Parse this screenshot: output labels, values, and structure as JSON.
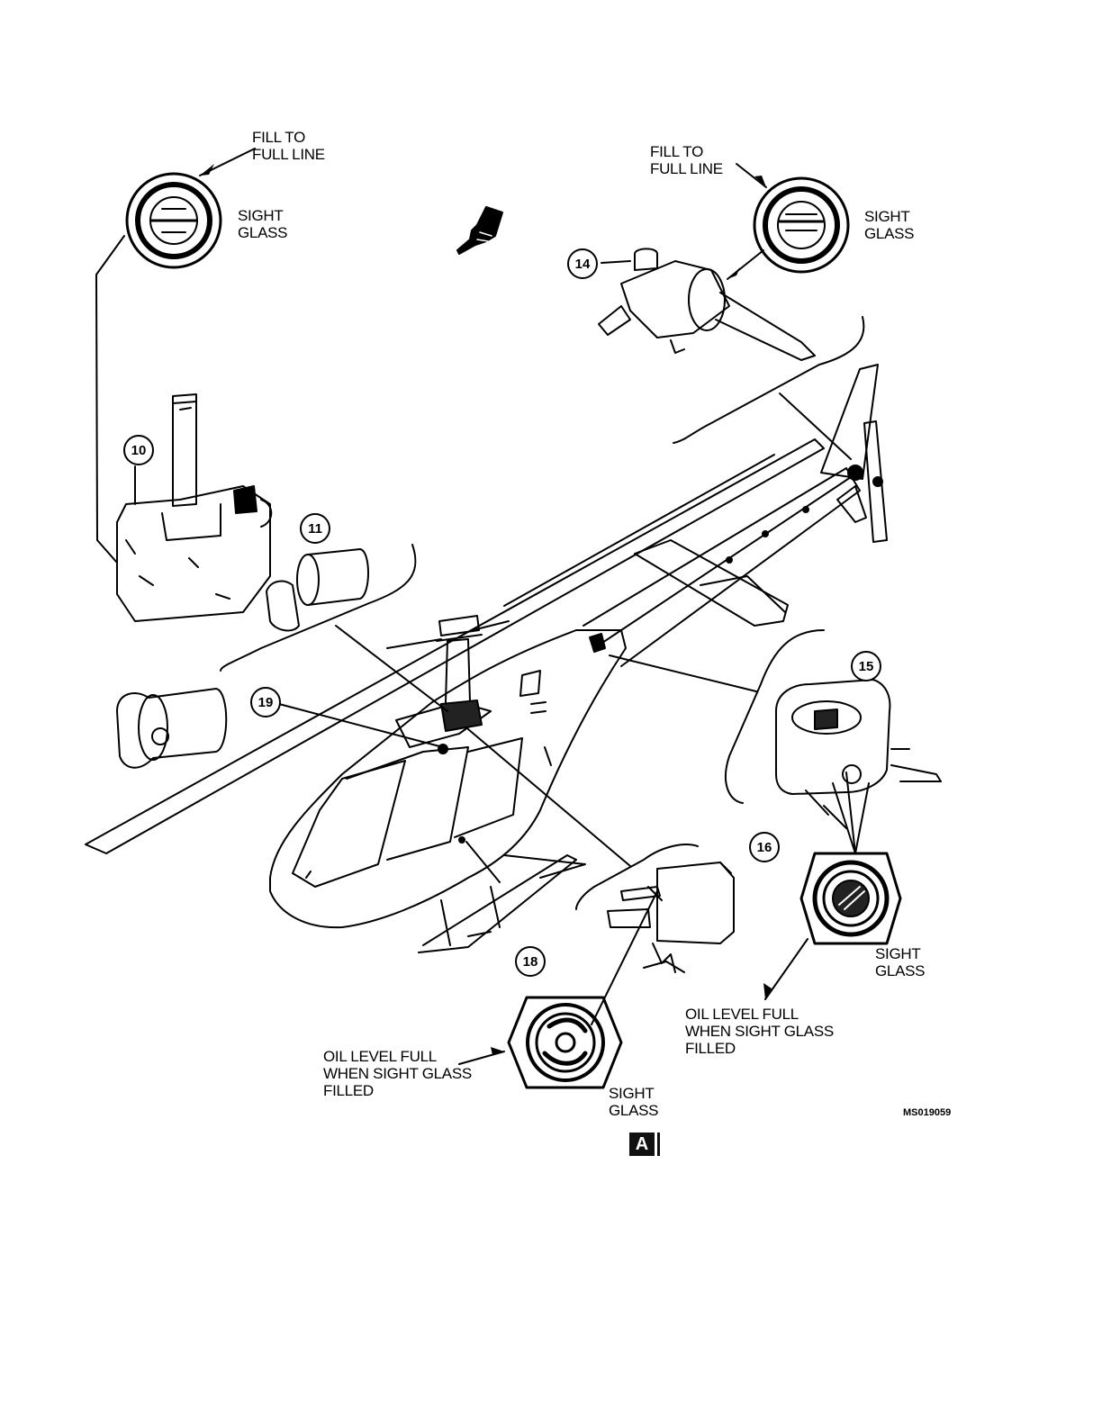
{
  "labels": {
    "fill_to_full_line": "FILL TO\nFULL LINE",
    "sight_glass": "SIGHT\nGLASS",
    "oil_level_full": "OIL LEVEL FULL\nWHEN SIGHT GLASS\nFILLED"
  },
  "callouts": {
    "c10": "10",
    "c11": "11",
    "c14": "14",
    "c15": "15",
    "c16": "16",
    "c18": "18",
    "c19": "19"
  },
  "figure_code": "MS019059",
  "sheet_marker": "A"
}
